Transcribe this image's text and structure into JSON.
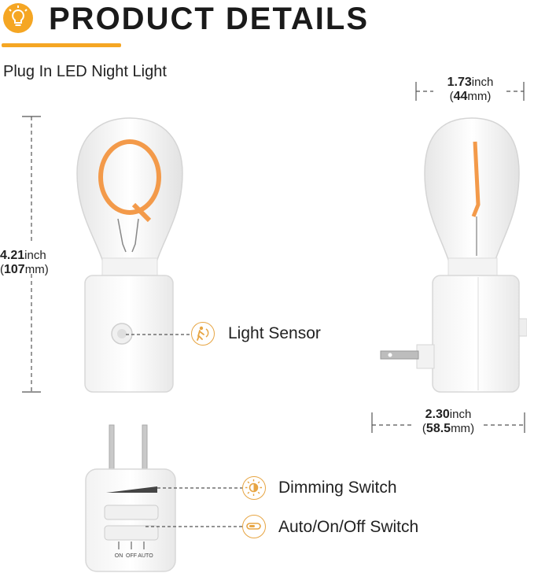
{
  "header": {
    "title": "PRODUCT DETAILS",
    "title_icon": "lightbulb-icon",
    "accent_color": "#f5a623"
  },
  "subtitle": "Plug In LED Night Light",
  "dimensions": {
    "height": {
      "value": "4.21",
      "unit": "inch",
      "metric_value": "107",
      "metric_unit": "mm"
    },
    "top_width": {
      "value": "1.73",
      "unit": "inch",
      "metric_value": "44",
      "metric_unit": "mm"
    },
    "depth": {
      "value": "2.30",
      "unit": "inch",
      "metric_value": "58.5",
      "metric_unit": "mm"
    }
  },
  "callouts": {
    "light_sensor": {
      "label": "Light Sensor",
      "icon": "motion-sensor-icon"
    },
    "dimming_switch": {
      "label": "Dimming Switch",
      "icon": "brightness-icon"
    },
    "mode_switch": {
      "label": "Auto/On/Off Switch",
      "icon": "slide-switch-icon"
    }
  },
  "switch_positions": [
    "ON",
    "OFF",
    "AUTO"
  ]
}
